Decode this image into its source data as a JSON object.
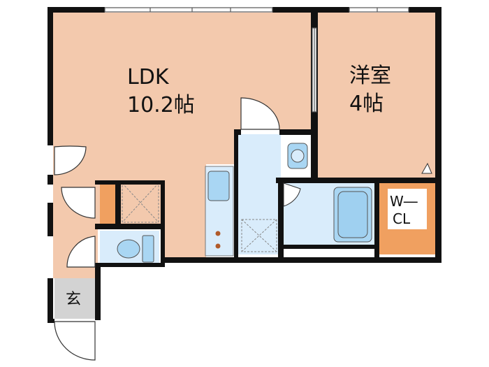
{
  "rooms": {
    "ldk": {
      "name": "LDK",
      "size": "10.2帖"
    },
    "bedroom": {
      "name": "洋室",
      "size": "4帖"
    },
    "walkin_closet": {
      "name_line1": "W―",
      "name_line2": "CL"
    },
    "entrance": {
      "name": "玄"
    }
  },
  "colors": {
    "room_floor": "#f3c9ad",
    "wet_area": "#d9ecfb",
    "fixture": "#a9d6f3",
    "storage": "#f0a060",
    "entrance_floor": "#d3d3d3",
    "wall": "#111111"
  }
}
